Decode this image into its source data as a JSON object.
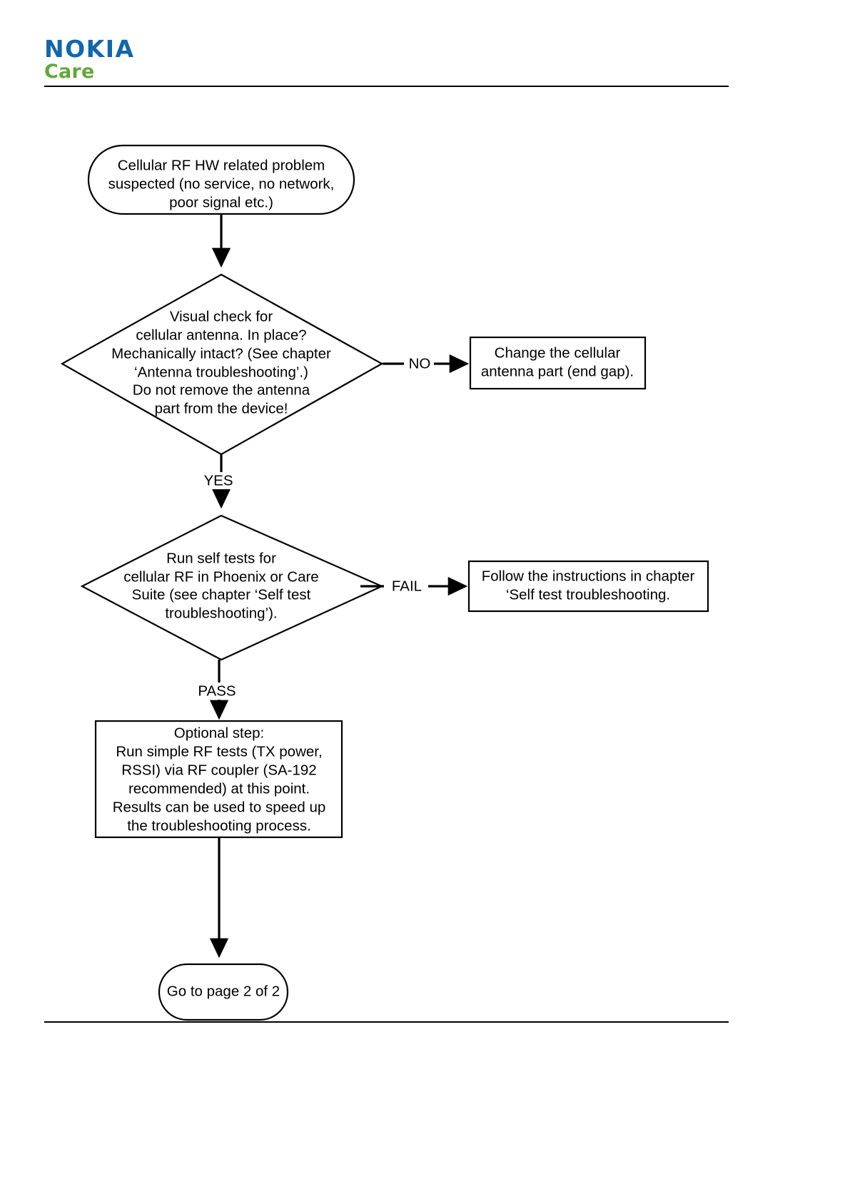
{
  "header": {
    "brand_primary": "NOKIA",
    "brand_secondary": "Care",
    "brand_primary_color": "#1266ae",
    "brand_secondary_color": "#63a83a"
  },
  "flowchart": {
    "type": "flowchart",
    "orientation": "top-to-bottom",
    "nodes": {
      "start": {
        "shape": "rounded-terminator",
        "lines": [
          "Cellular RF HW related problem",
          "suspected (no service, no network,",
          "poor signal etc.)"
        ]
      },
      "antenna_check": {
        "shape": "diamond",
        "lines": [
          "Visual check for",
          "cellular antenna. In place?",
          "Mechanically intact? (See chapter",
          "‘Antenna troubleshooting’.)",
          "Do not remove the antenna",
          "part from the device!"
        ]
      },
      "change_antenna": {
        "shape": "rectangle",
        "lines": [
          "Change the cellular",
          "antenna part (end gap)."
        ]
      },
      "self_tests": {
        "shape": "diamond",
        "lines": [
          "Run self tests for",
          "cellular RF in Phoenix or Care",
          "Suite (see chapter ‘Self test",
          "troubleshooting’)."
        ]
      },
      "follow_instructions": {
        "shape": "rectangle",
        "lines": [
          "Follow the instructions in chapter",
          "‘Self test troubleshooting."
        ]
      },
      "optional_step": {
        "shape": "rectangle",
        "lines": [
          "Optional step:",
          "Run simple RF tests (TX power,",
          "RSSI) via RF coupler (SA-192",
          "recommended) at this point.",
          "Results can be used to speed up",
          "the troubleshooting process."
        ]
      },
      "go_to_page_2": {
        "shape": "rounded-terminator",
        "lines": [
          "Go to page 2 of 2"
        ]
      }
    },
    "edges": [
      {
        "from": "start",
        "to": "antenna_check",
        "label": ""
      },
      {
        "from": "antenna_check",
        "to": "change_antenna",
        "label": "NO"
      },
      {
        "from": "antenna_check",
        "to": "self_tests",
        "label": "YES"
      },
      {
        "from": "self_tests",
        "to": "follow_instructions",
        "label": "FAIL"
      },
      {
        "from": "self_tests",
        "to": "optional_step",
        "label": "PASS"
      },
      {
        "from": "optional_step",
        "to": "go_to_page_2",
        "label": ""
      }
    ],
    "colors": {
      "stroke": "#000000",
      "fill": "#ffffff",
      "text": "#000000"
    }
  }
}
